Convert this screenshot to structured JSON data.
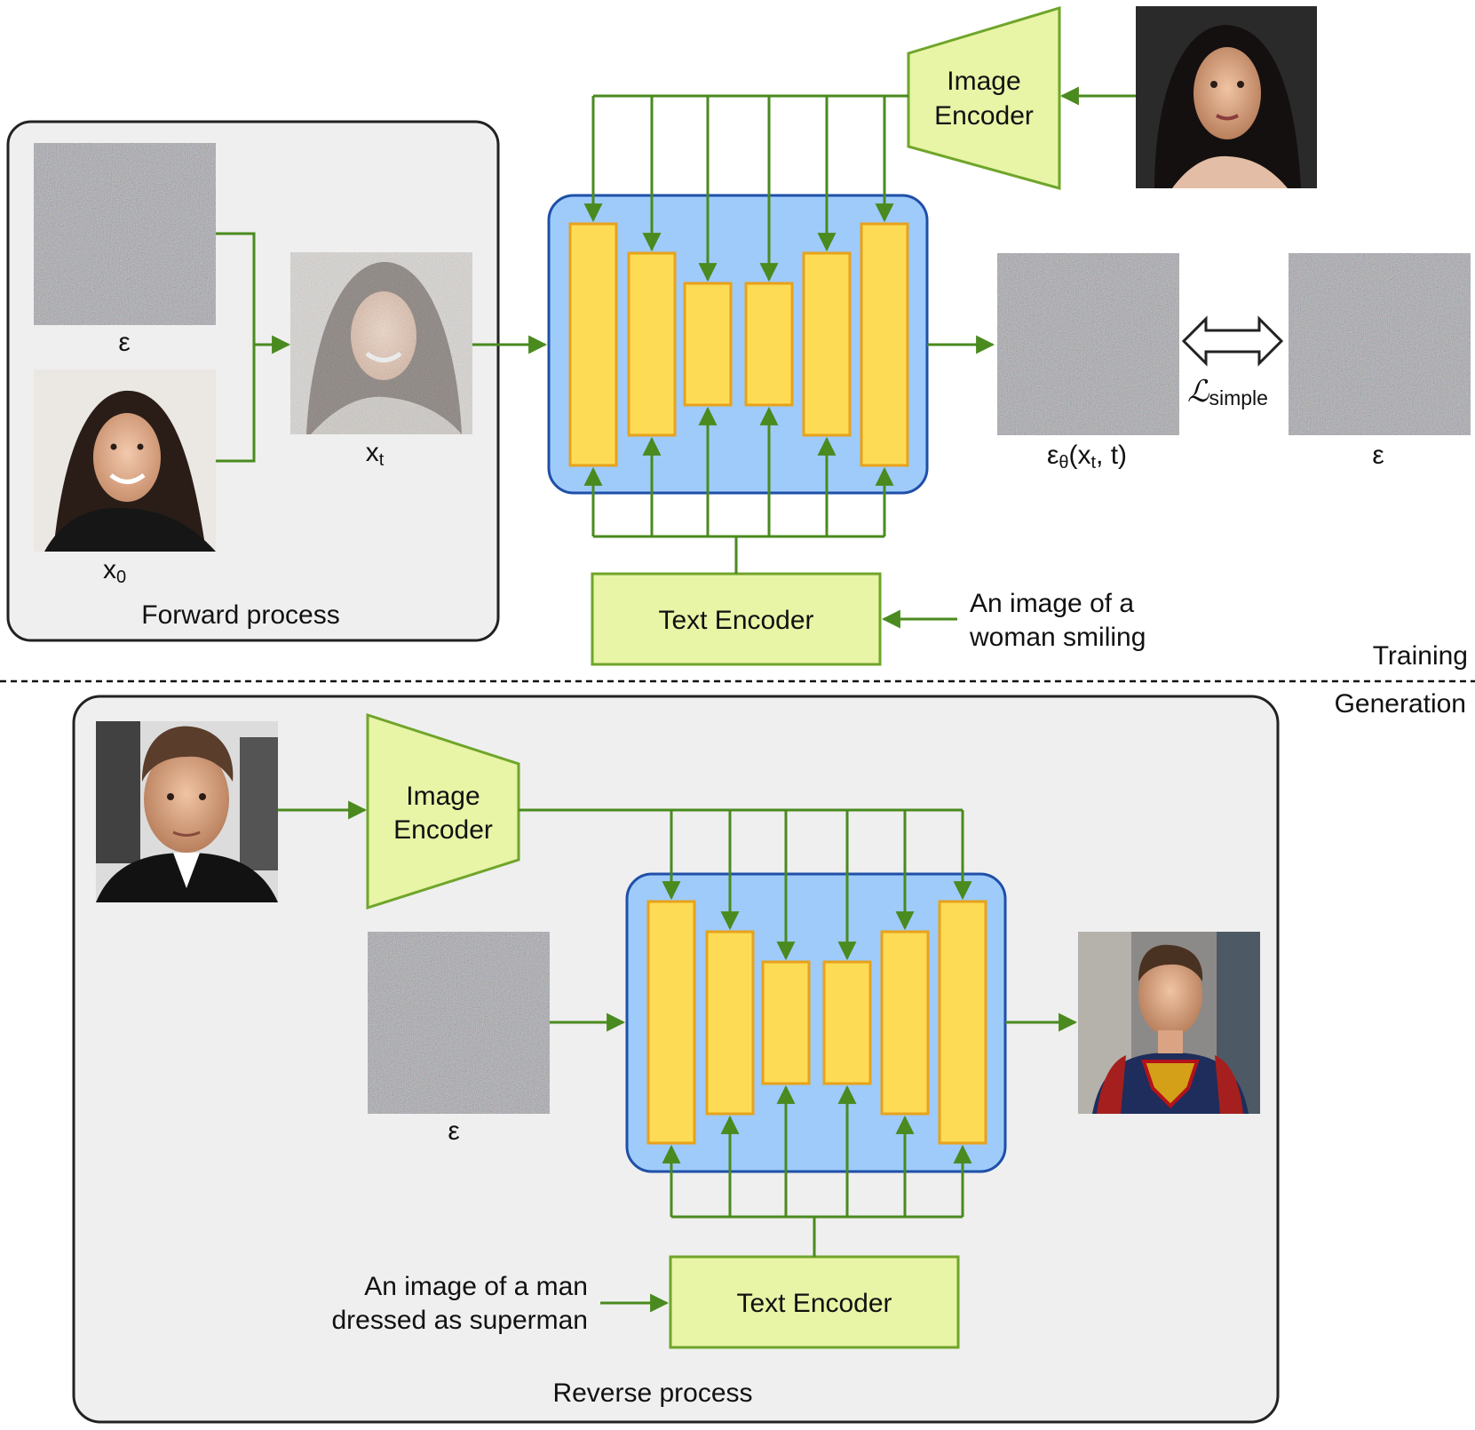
{
  "training": {
    "section_label": "Training",
    "forward_process": {
      "title": "Forward process",
      "noise_label": "ε",
      "x0_label": "x",
      "x0_sub": "0",
      "xt_label": "x",
      "xt_sub": "t"
    },
    "image_encoder_label": [
      "Image",
      "Encoder"
    ],
    "text_encoder_label": "Text Encoder",
    "prompt": [
      "An image of a",
      "woman smiling"
    ],
    "prediction_label": {
      "eps": "ε",
      "theta": "θ",
      "open": "(x",
      "t_sub": "t",
      "close": ", t)"
    },
    "target_label": "ε",
    "loss_label": "ℒ",
    "loss_sub": "simple"
  },
  "generation": {
    "section_label": "Generation",
    "reverse_process": {
      "title": "Reverse process"
    },
    "image_encoder_label": [
      "Image",
      "Encoder"
    ],
    "text_encoder_label": "Text Encoder",
    "noise_label": "ε",
    "prompt": [
      "An image of a man",
      "dressed as superman"
    ]
  },
  "colors": {
    "arrow": "#4a8a1e",
    "unet_fill": "#9ecbfa",
    "unet_stroke": "#1f4fa8",
    "block_fill": "#fddb55",
    "block_stroke": "#e8a21b",
    "encoder_fill": "#e8f4a6",
    "encoder_stroke": "#6fa52a",
    "panel_fill": "#efefef",
    "panel_stroke": "#222222"
  },
  "icons": [
    "photo-woman-icon",
    "photo-man-icon",
    "photo-superman-icon",
    "noise-image-icon",
    "double-arrow-icon"
  ]
}
